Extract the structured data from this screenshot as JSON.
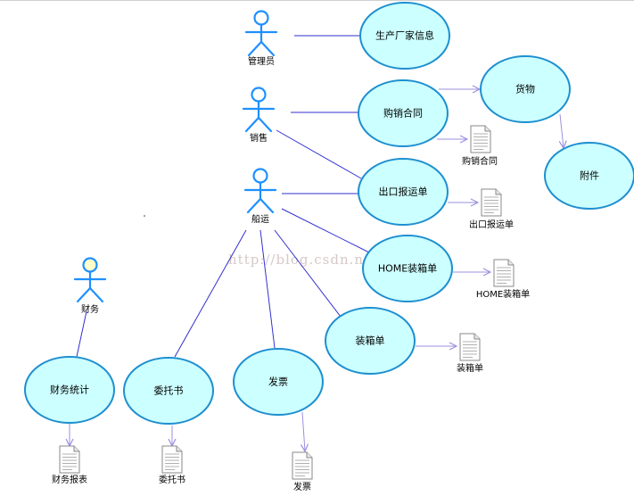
{
  "actors": {
    "admin": "管理员",
    "sales": "销售",
    "shipping": "船运",
    "finance": "财务"
  },
  "use_cases": {
    "manufacturer_info": "生产厂家信息",
    "goods": "货物",
    "purchase_contract": "购销合同",
    "attachment": "附件",
    "export_shipment": "出口报运单",
    "home_packing": "HOME装箱单",
    "packing_list": "装箱单",
    "finance_stats": "财务统计",
    "commission": "委托书",
    "invoice": "发票"
  },
  "documents": {
    "purchase_contract": "购销合同",
    "export_shipment": "出口报运单",
    "home_packing": "HOME装箱单",
    "packing_list": "装箱单",
    "finance_report": "财务报表",
    "commission": "委托书",
    "invoice": "发票"
  },
  "watermark": "http://blog.csdn.net/",
  "colors": {
    "ellipse_fill": "#ccffff",
    "ellipse_stroke": "#1e8fd0",
    "actor_stroke": "#1e90ff",
    "actor_head_admin": "#ffffff",
    "actor_head_finance": "#ffffcc",
    "assoc_line": "#3030d0",
    "dep_line": "#9a90e0"
  }
}
